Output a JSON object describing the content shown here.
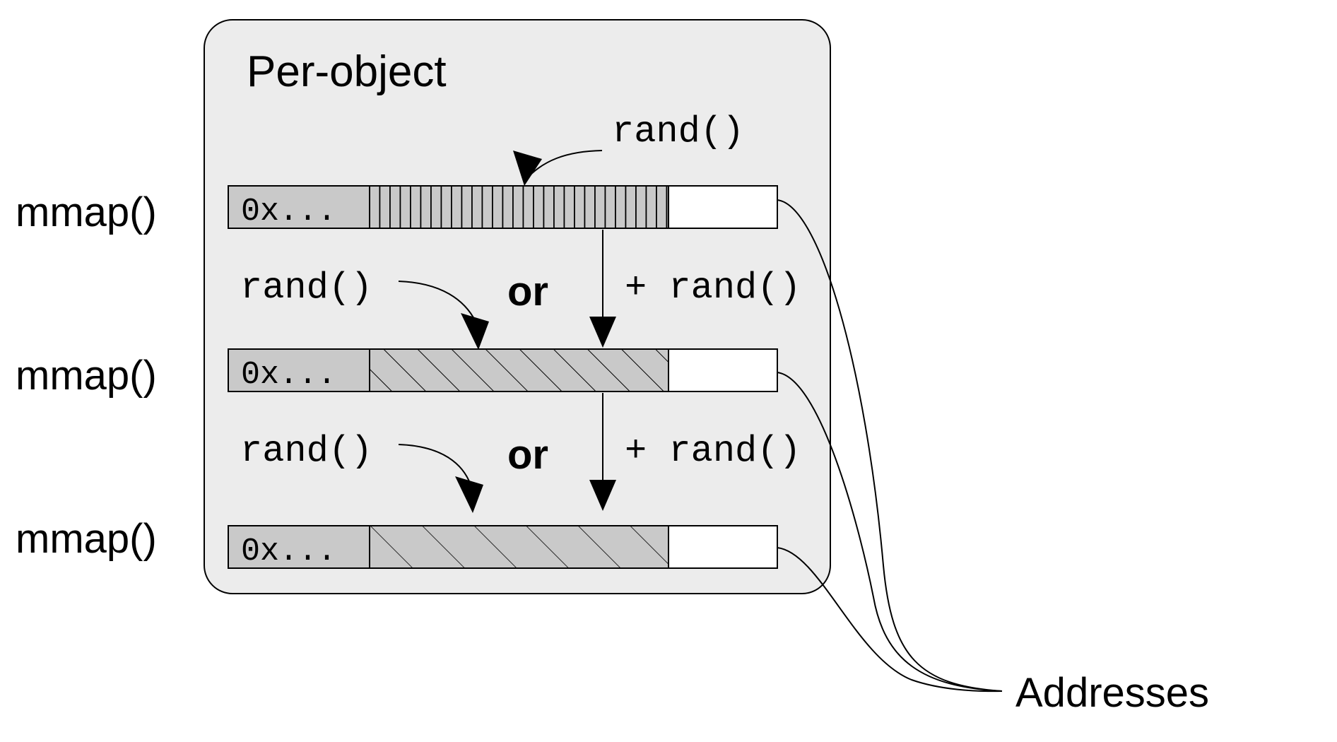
{
  "diagram": {
    "title": "Per-object",
    "panel": {
      "fill": "#ececec",
      "stroke": "#000000",
      "corner_radius": 40
    },
    "colors": {
      "background": "#ffffff",
      "panel_fill": "#ececec",
      "bar_fill": "#c9c9c9",
      "bar_empty_fill": "#ffffff",
      "stroke": "#000000",
      "arrow_fill": "#000000"
    },
    "outside_label": "Addresses",
    "rows": [
      {
        "left_label": "mmap()",
        "base_address_text": "0x...",
        "hatch": "vertical",
        "arrow_labels": [
          "rand()"
        ],
        "connector_label": ""
      },
      {
        "left_label": "mmap()",
        "base_address_text": "0x...",
        "hatch": "diagonal-dense",
        "arrow_labels": [
          "rand()"
        ],
        "connector_label": ""
      },
      {
        "left_label": "mmap()",
        "base_address_text": "0x...",
        "hatch": "diagonal-sparse",
        "arrow_labels": [
          "rand()"
        ],
        "connector_label": ""
      }
    ],
    "between_rows": [
      {
        "left_text": "rand()",
        "or_text": "or",
        "right_text": "+ rand()"
      },
      {
        "left_text": "rand()",
        "or_text": "or",
        "right_text": "+ rand()"
      }
    ],
    "top_annotation": {
      "text": "rand()"
    }
  }
}
